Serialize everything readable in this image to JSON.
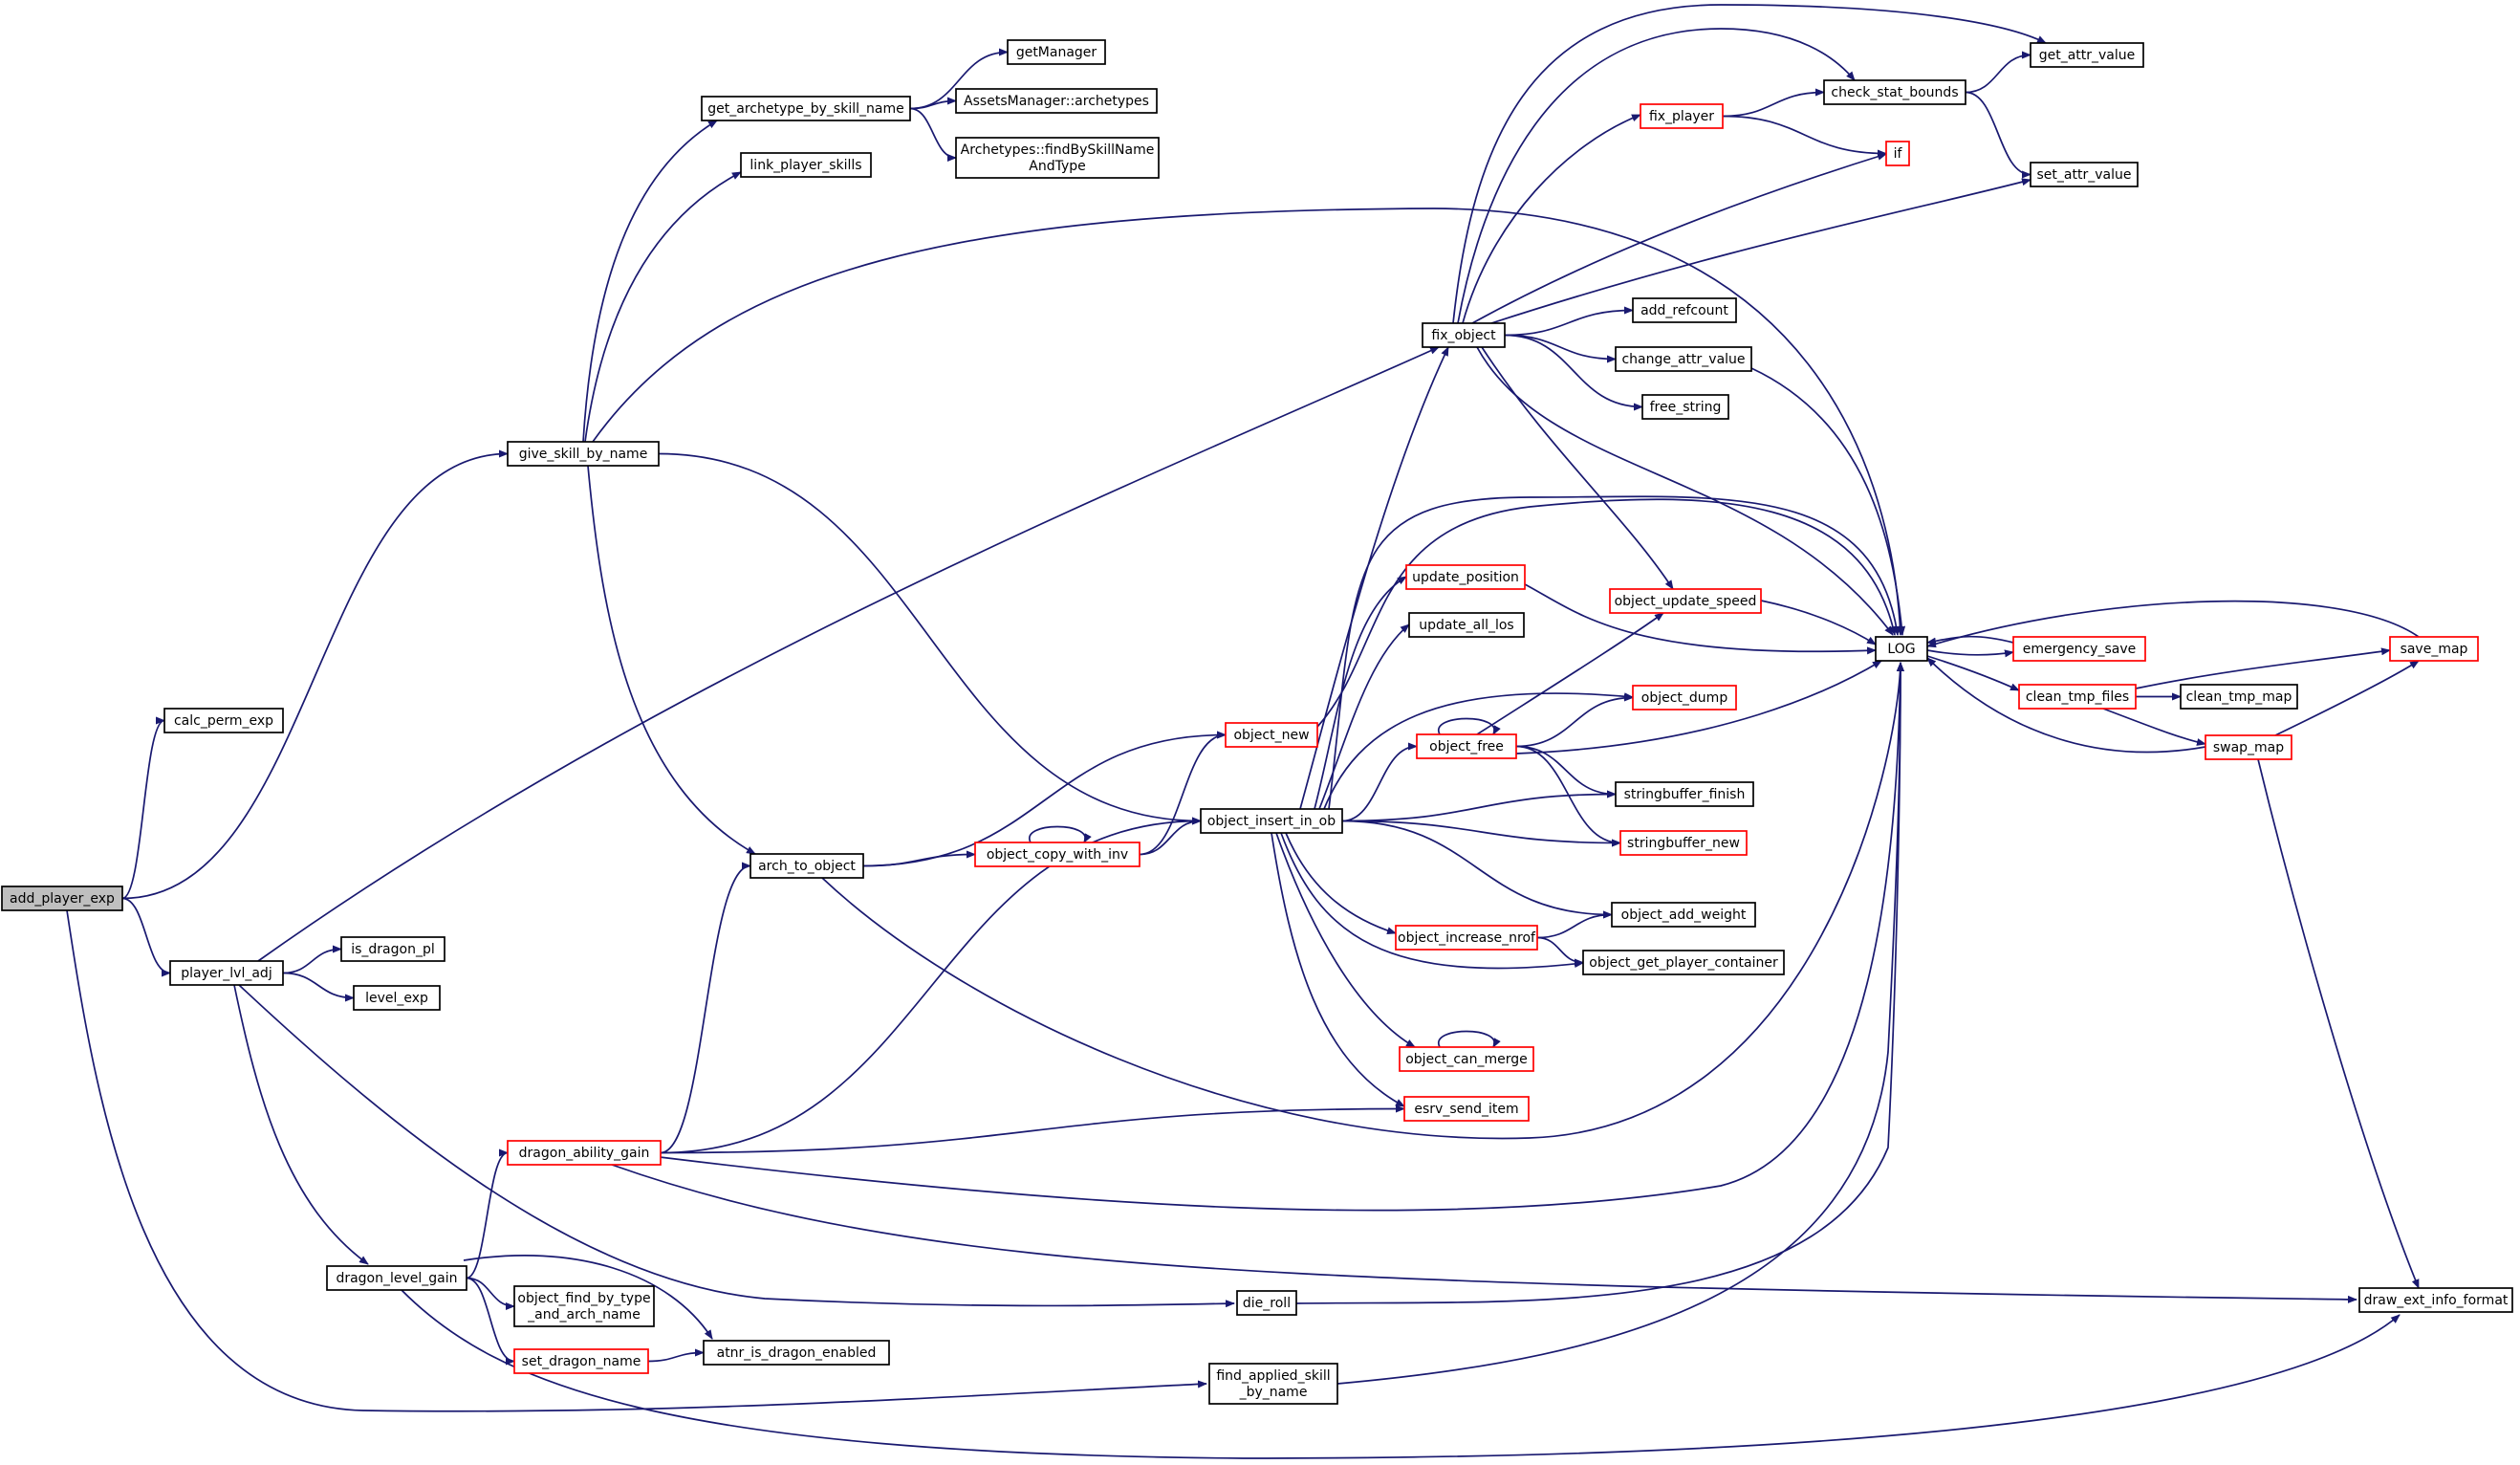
{
  "colors": {
    "edge": "#191970",
    "node_border_default": "#000000",
    "node_border_truncated": "#ff0000",
    "node_fill": "#ffffff",
    "root_fill": "#bfbfbf"
  },
  "nodes": [
    {
      "id": "add_player_exp",
      "lines": [
        "add_player_exp"
      ],
      "root": true
    },
    {
      "id": "calc_perm_exp",
      "lines": [
        "calc_perm_exp"
      ]
    },
    {
      "id": "player_lvl_adj",
      "lines": [
        "player_lvl_adj"
      ]
    },
    {
      "id": "is_dragon_pl",
      "lines": [
        "is_dragon_pl"
      ]
    },
    {
      "id": "level_exp",
      "lines": [
        "level_exp"
      ]
    },
    {
      "id": "give_skill_by_name",
      "lines": [
        "give_skill_by_name"
      ]
    },
    {
      "id": "get_archetype_by_skill_name",
      "lines": [
        "get_archetype_by_skill_name"
      ]
    },
    {
      "id": "getManager",
      "lines": [
        "getManager"
      ]
    },
    {
      "id": "AssetsManager_archetypes",
      "lines": [
        "AssetsManager::archetypes"
      ]
    },
    {
      "id": "Archetypes_findBySkillNameAndType",
      "lines": [
        "Archetypes::findBySkillName",
        "AndType"
      ]
    },
    {
      "id": "link_player_skills",
      "lines": [
        "link_player_skills"
      ]
    },
    {
      "id": "arch_to_object",
      "lines": [
        "arch_to_object"
      ]
    },
    {
      "id": "dragon_ability_gain",
      "lines": [
        "dragon_ability_gain"
      ],
      "truncated": true
    },
    {
      "id": "dragon_level_gain",
      "lines": [
        "dragon_level_gain"
      ]
    },
    {
      "id": "object_find_by_type_and_arch_name",
      "lines": [
        "object_find_by_type",
        "_and_arch_name"
      ]
    },
    {
      "id": "set_dragon_name",
      "lines": [
        "set_dragon_name"
      ],
      "truncated": true
    },
    {
      "id": "atnr_is_dragon_enabled",
      "lines": [
        "atnr_is_dragon_enabled"
      ]
    },
    {
      "id": "die_roll",
      "lines": [
        "die_roll"
      ]
    },
    {
      "id": "find_applied_skill_by_name",
      "lines": [
        "find_applied_skill",
        "_by_name"
      ]
    },
    {
      "id": "object_new",
      "lines": [
        "object_new"
      ],
      "truncated": true
    },
    {
      "id": "object_copy_with_inv",
      "lines": [
        "object_copy_with_inv"
      ],
      "truncated": true
    },
    {
      "id": "object_insert_in_ob",
      "lines": [
        "object_insert_in_ob"
      ]
    },
    {
      "id": "fix_object",
      "lines": [
        "fix_object"
      ]
    },
    {
      "id": "update_position",
      "lines": [
        "update_position"
      ],
      "truncated": true
    },
    {
      "id": "update_all_los",
      "lines": [
        "update_all_los"
      ]
    },
    {
      "id": "object_free",
      "lines": [
        "object_free"
      ],
      "truncated": true
    },
    {
      "id": "object_increase_nrof",
      "lines": [
        "object_increase_nrof"
      ],
      "truncated": true
    },
    {
      "id": "object_can_merge",
      "lines": [
        "object_can_merge"
      ],
      "truncated": true
    },
    {
      "id": "esrv_send_item",
      "lines": [
        "esrv_send_item"
      ],
      "truncated": true
    },
    {
      "id": "fix_player",
      "lines": [
        "fix_player"
      ],
      "truncated": true
    },
    {
      "id": "check_stat_bounds",
      "lines": [
        "check_stat_bounds"
      ]
    },
    {
      "id": "if",
      "lines": [
        "if"
      ],
      "truncated": true
    },
    {
      "id": "get_attr_value",
      "lines": [
        "get_attr_value"
      ]
    },
    {
      "id": "set_attr_value",
      "lines": [
        "set_attr_value"
      ]
    },
    {
      "id": "add_refcount",
      "lines": [
        "add_refcount"
      ]
    },
    {
      "id": "change_attr_value",
      "lines": [
        "change_attr_value"
      ]
    },
    {
      "id": "free_string",
      "lines": [
        "free_string"
      ]
    },
    {
      "id": "object_update_speed",
      "lines": [
        "object_update_speed"
      ],
      "truncated": true
    },
    {
      "id": "object_dump",
      "lines": [
        "object_dump"
      ],
      "truncated": true
    },
    {
      "id": "stringbuffer_finish",
      "lines": [
        "stringbuffer_finish"
      ]
    },
    {
      "id": "stringbuffer_new",
      "lines": [
        "stringbuffer_new"
      ],
      "truncated": true
    },
    {
      "id": "object_add_weight",
      "lines": [
        "object_add_weight"
      ]
    },
    {
      "id": "object_get_player_container",
      "lines": [
        "object_get_player_container"
      ]
    },
    {
      "id": "LOG",
      "lines": [
        "LOG"
      ]
    },
    {
      "id": "emergency_save",
      "lines": [
        "emergency_save"
      ],
      "truncated": true
    },
    {
      "id": "clean_tmp_files",
      "lines": [
        "clean_tmp_files"
      ],
      "truncated": true
    },
    {
      "id": "clean_tmp_map",
      "lines": [
        "clean_tmp_map"
      ]
    },
    {
      "id": "save_map",
      "lines": [
        "save_map"
      ],
      "truncated": true
    },
    {
      "id": "swap_map",
      "lines": [
        "swap_map"
      ],
      "truncated": true
    },
    {
      "id": "draw_ext_info_format",
      "lines": [
        "draw_ext_info_format"
      ]
    }
  ],
  "edges": [
    [
      "add_player_exp",
      "calc_perm_exp"
    ],
    [
      "add_player_exp",
      "give_skill_by_name"
    ],
    [
      "add_player_exp",
      "player_lvl_adj"
    ],
    [
      "add_player_exp",
      "find_applied_skill_by_name"
    ],
    [
      "player_lvl_adj",
      "is_dragon_pl"
    ],
    [
      "player_lvl_adj",
      "level_exp"
    ],
    [
      "player_lvl_adj",
      "fix_object"
    ],
    [
      "player_lvl_adj",
      "dragon_level_gain"
    ],
    [
      "player_lvl_adj",
      "die_roll"
    ],
    [
      "give_skill_by_name",
      "get_archetype_by_skill_name"
    ],
    [
      "give_skill_by_name",
      "link_player_skills"
    ],
    [
      "give_skill_by_name",
      "LOG"
    ],
    [
      "give_skill_by_name",
      "arch_to_object"
    ],
    [
      "give_skill_by_name",
      "object_insert_in_ob"
    ],
    [
      "get_archetype_by_skill_name",
      "getManager"
    ],
    [
      "get_archetype_by_skill_name",
      "AssetsManager_archetypes"
    ],
    [
      "get_archetype_by_skill_name",
      "Archetypes_findBySkillNameAndType"
    ],
    [
      "arch_to_object",
      "object_new"
    ],
    [
      "arch_to_object",
      "object_copy_with_inv"
    ],
    [
      "arch_to_object",
      "LOG"
    ],
    [
      "dragon_ability_gain",
      "arch_to_object"
    ],
    [
      "dragon_ability_gain",
      "object_insert_in_ob"
    ],
    [
      "dragon_ability_gain",
      "esrv_send_item"
    ],
    [
      "dragon_ability_gain",
      "LOG"
    ],
    [
      "dragon_ability_gain",
      "draw_ext_info_format"
    ],
    [
      "dragon_level_gain",
      "dragon_ability_gain"
    ],
    [
      "dragon_level_gain",
      "object_find_by_type_and_arch_name"
    ],
    [
      "dragon_level_gain",
      "set_dragon_name"
    ],
    [
      "dragon_level_gain",
      "atnr_is_dragon_enabled"
    ],
    [
      "dragon_level_gain",
      "draw_ext_info_format"
    ],
    [
      "set_dragon_name",
      "atnr_is_dragon_enabled"
    ],
    [
      "die_roll",
      "LOG"
    ],
    [
      "find_applied_skill_by_name",
      "LOG"
    ],
    [
      "object_new",
      "LOG"
    ],
    [
      "object_copy_with_inv",
      "object_copy_with_inv"
    ],
    [
      "object_copy_with_inv",
      "object_new"
    ],
    [
      "object_copy_with_inv",
      "object_insert_in_ob"
    ],
    [
      "object_insert_in_ob",
      "fix_object"
    ],
    [
      "object_insert_in_ob",
      "LOG"
    ],
    [
      "object_insert_in_ob",
      "update_position"
    ],
    [
      "object_insert_in_ob",
      "update_all_los"
    ],
    [
      "object_insert_in_ob",
      "object_dump"
    ],
    [
      "object_insert_in_ob",
      "object_free"
    ],
    [
      "object_insert_in_ob",
      "stringbuffer_finish"
    ],
    [
      "object_insert_in_ob",
      "stringbuffer_new"
    ],
    [
      "object_insert_in_ob",
      "object_add_weight"
    ],
    [
      "object_insert_in_ob",
      "object_increase_nrof"
    ],
    [
      "object_insert_in_ob",
      "object_get_player_container"
    ],
    [
      "object_insert_in_ob",
      "object_can_merge"
    ],
    [
      "object_insert_in_ob",
      "esrv_send_item"
    ],
    [
      "update_position",
      "LOG"
    ],
    [
      "object_free",
      "object_free"
    ],
    [
      "object_free",
      "object_update_speed"
    ],
    [
      "object_free",
      "object_dump"
    ],
    [
      "object_free",
      "LOG"
    ],
    [
      "object_free",
      "stringbuffer_finish"
    ],
    [
      "object_free",
      "stringbuffer_new"
    ],
    [
      "object_increase_nrof",
      "object_add_weight"
    ],
    [
      "object_increase_nrof",
      "object_get_player_container"
    ],
    [
      "object_can_merge",
      "object_can_merge"
    ],
    [
      "fix_object",
      "get_attr_value"
    ],
    [
      "fix_object",
      "check_stat_bounds"
    ],
    [
      "fix_object",
      "fix_player"
    ],
    [
      "fix_object",
      "if"
    ],
    [
      "fix_object",
      "set_attr_value"
    ],
    [
      "fix_object",
      "add_refcount"
    ],
    [
      "fix_object",
      "change_attr_value"
    ],
    [
      "fix_object",
      "free_string"
    ],
    [
      "fix_object",
      "LOG"
    ],
    [
      "fix_object",
      "object_update_speed"
    ],
    [
      "fix_player",
      "check_stat_bounds"
    ],
    [
      "fix_player",
      "if"
    ],
    [
      "check_stat_bounds",
      "get_attr_value"
    ],
    [
      "check_stat_bounds",
      "set_attr_value"
    ],
    [
      "change_attr_value",
      "LOG"
    ],
    [
      "object_update_speed",
      "LOG"
    ],
    [
      "LOG",
      "emergency_save"
    ],
    [
      "LOG",
      "clean_tmp_files"
    ],
    [
      "emergency_save",
      "LOG"
    ],
    [
      "clean_tmp_files",
      "clean_tmp_map"
    ],
    [
      "clean_tmp_files",
      "save_map"
    ],
    [
      "clean_tmp_files",
      "swap_map"
    ],
    [
      "save_map",
      "LOG"
    ],
    [
      "swap_map",
      "LOG"
    ],
    [
      "swap_map",
      "save_map"
    ],
    [
      "swap_map",
      "draw_ext_info_format"
    ]
  ]
}
